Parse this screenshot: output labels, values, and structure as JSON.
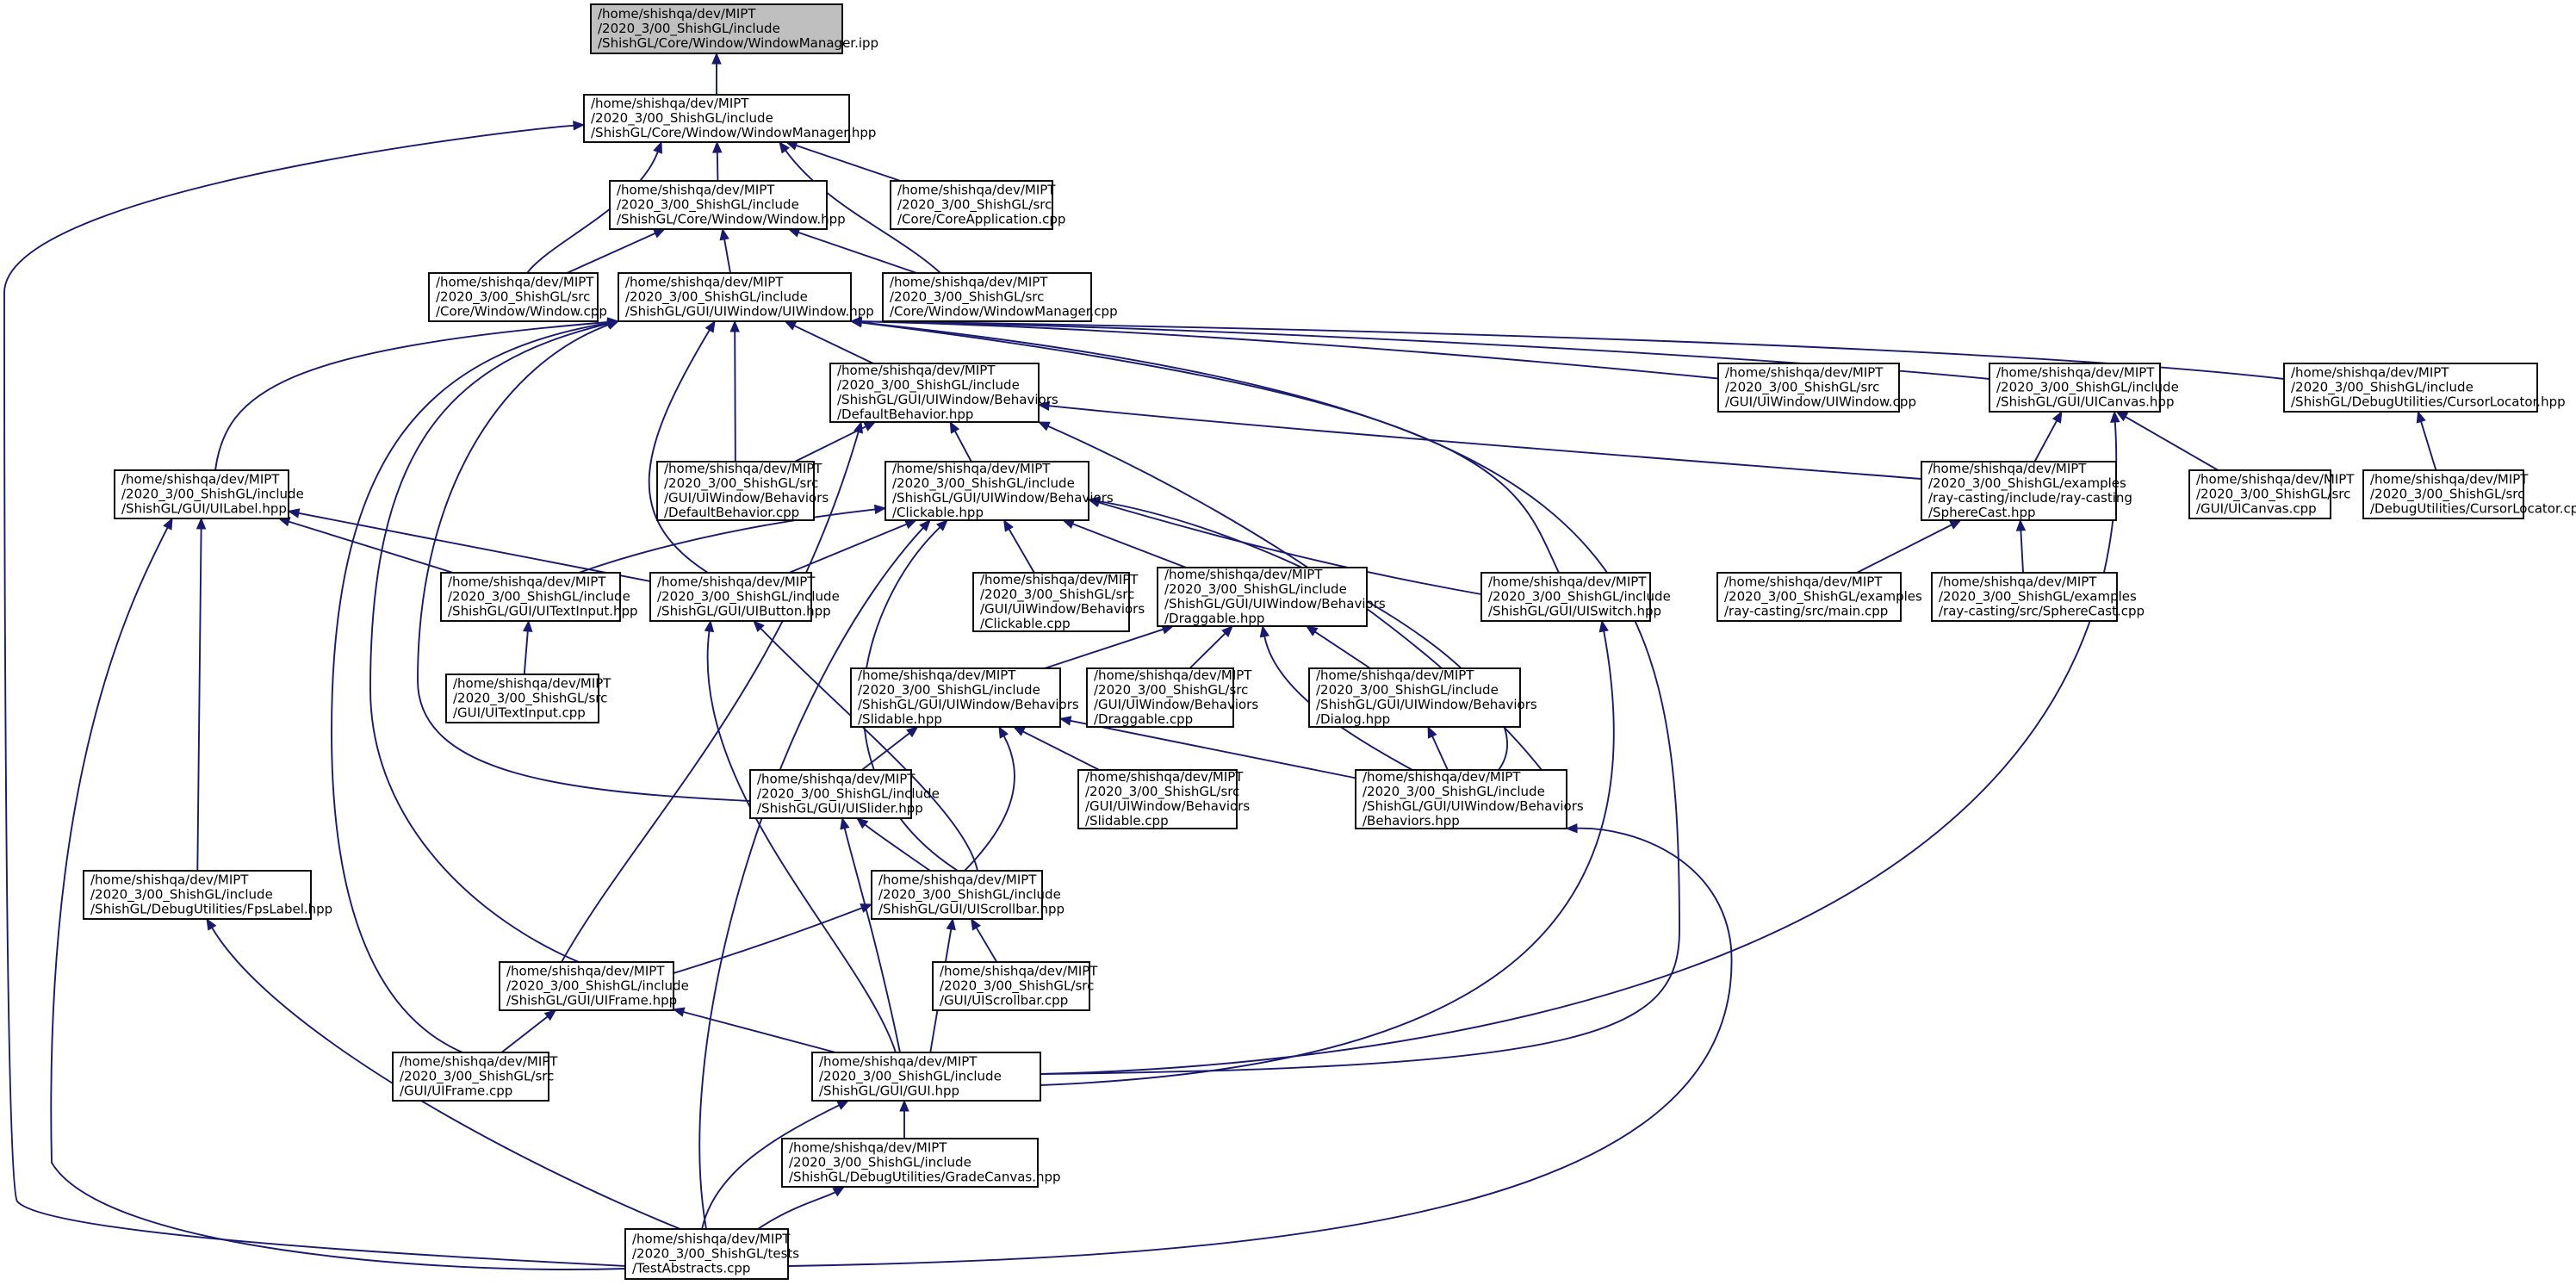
{
  "title": "/home/shishqa/dev/MIPT/2020_3/00_ShishGL/include/ShishGL/Core/Window/WindowManager.ipp include dependency graph (included-by)",
  "colors": {
    "edge": "#191970",
    "root_fill": "#bfbfbf",
    "node_fill": "#ffffff",
    "node_border": "#000000"
  },
  "nodes": [
    {
      "id": "wm_ipp",
      "root": true,
      "lines": [
        "/home/shishqa/dev/MIPT",
        "/2020_3/00_ShishGL/include",
        "/ShishGL/Core/Window/WindowManager.ipp"
      ]
    },
    {
      "id": "wm_hpp",
      "lines": [
        "/home/shishqa/dev/MIPT",
        "/2020_3/00_ShishGL/include",
        "/ShishGL/Core/Window/WindowManager.hpp"
      ]
    },
    {
      "id": "window_hpp",
      "lines": [
        "/home/shishqa/dev/MIPT",
        "/2020_3/00_ShishGL/include",
        "/ShishGL/Core/Window/Window.hpp"
      ]
    },
    {
      "id": "coreapp_cpp",
      "lines": [
        "/home/shishqa/dev/MIPT",
        "/2020_3/00_ShishGL/src",
        "/Core/CoreApplication.cpp"
      ]
    },
    {
      "id": "window_cpp",
      "lines": [
        "/home/shishqa/dev/MIPT",
        "/2020_3/00_ShishGL/src",
        "/Core/Window/Window.cpp"
      ]
    },
    {
      "id": "uiwindow_hpp",
      "lines": [
        "/home/shishqa/dev/MIPT",
        "/2020_3/00_ShishGL/include",
        "/ShishGL/GUI/UIWindow/UIWindow.hpp"
      ]
    },
    {
      "id": "wm_cpp",
      "lines": [
        "/home/shishqa/dev/MIPT",
        "/2020_3/00_ShishGL/src",
        "/Core/Window/WindowManager.cpp"
      ]
    },
    {
      "id": "defbeh_hpp",
      "lines": [
        "/home/shishqa/dev/MIPT",
        "/2020_3/00_ShishGL/include",
        "/ShishGL/GUI/UIWindow/Behaviors",
        "/DefaultBehavior.hpp"
      ]
    },
    {
      "id": "uiwindow_cpp",
      "lines": [
        "/home/shishqa/dev/MIPT",
        "/2020_3/00_ShishGL/src",
        "/GUI/UIWindow/UIWindow.cpp"
      ]
    },
    {
      "id": "uicanvas_hpp",
      "lines": [
        "/home/shishqa/dev/MIPT",
        "/2020_3/00_ShishGL/include",
        "/ShishGL/GUI/UICanvas.hpp"
      ]
    },
    {
      "id": "cursorloc_hpp",
      "lines": [
        "/home/shishqa/dev/MIPT",
        "/2020_3/00_ShishGL/include",
        "/ShishGL/DebugUtilities/CursorLocator.hpp"
      ]
    },
    {
      "id": "uilabel_hpp",
      "lines": [
        "/home/shishqa/dev/MIPT",
        "/2020_3/00_ShishGL/include",
        "/ShishGL/GUI/UILabel.hpp"
      ]
    },
    {
      "id": "defbeh_cpp",
      "lines": [
        "/home/shishqa/dev/MIPT",
        "/2020_3/00_ShishGL/src",
        "/GUI/UIWindow/Behaviors",
        "/DefaultBehavior.cpp"
      ]
    },
    {
      "id": "clickable_hpp",
      "lines": [
        "/home/shishqa/dev/MIPT",
        "/2020_3/00_ShishGL/include",
        "/ShishGL/GUI/UIWindow/Behaviors",
        "/Clickable.hpp"
      ]
    },
    {
      "id": "spherecast_hpp",
      "lines": [
        "/home/shishqa/dev/MIPT",
        "/2020_3/00_ShishGL/examples",
        "/ray-casting/include/ray-casting",
        "/SphereCast.hpp"
      ]
    },
    {
      "id": "uicanvas_cpp",
      "lines": [
        "/home/shishqa/dev/MIPT",
        "/2020_3/00_ShishGL/src",
        "/GUI/UICanvas.cpp"
      ]
    },
    {
      "id": "cursorloc_cpp",
      "lines": [
        "/home/shishqa/dev/MIPT",
        "/2020_3/00_ShishGL/src",
        "/DebugUtilities/CursorLocator.cpp"
      ]
    },
    {
      "id": "uitextinput_hpp",
      "lines": [
        "/home/shishqa/dev/MIPT",
        "/2020_3/00_ShishGL/include",
        "/ShishGL/GUI/UITextInput.hpp"
      ]
    },
    {
      "id": "uibutton_hpp",
      "lines": [
        "/home/shishqa/dev/MIPT",
        "/2020_3/00_ShishGL/include",
        "/ShishGL/GUI/UIButton.hpp"
      ]
    },
    {
      "id": "clickable_cpp",
      "lines": [
        "/home/shishqa/dev/MIPT",
        "/2020_3/00_ShishGL/src",
        "/GUI/UIWindow/Behaviors",
        "/Clickable.cpp"
      ]
    },
    {
      "id": "draggable_hpp",
      "lines": [
        "/home/shishqa/dev/MIPT",
        "/2020_3/00_ShishGL/include",
        "/ShishGL/GUI/UIWindow/Behaviors",
        "/Draggable.hpp"
      ]
    },
    {
      "id": "uiswitch_hpp",
      "lines": [
        "/home/shishqa/dev/MIPT",
        "/2020_3/00_ShishGL/include",
        "/ShishGL/GUI/UISwitch.hpp"
      ]
    },
    {
      "id": "main_cpp",
      "lines": [
        "/home/shishqa/dev/MIPT",
        "/2020_3/00_ShishGL/examples",
        "/ray-casting/src/main.cpp"
      ]
    },
    {
      "id": "spherecast_cpp",
      "lines": [
        "/home/shishqa/dev/MIPT",
        "/2020_3/00_ShishGL/examples",
        "/ray-casting/src/SphereCast.cpp"
      ]
    },
    {
      "id": "uitextinput_cpp",
      "lines": [
        "/home/shishqa/dev/MIPT",
        "/2020_3/00_ShishGL/src",
        "/GUI/UITextInput.cpp"
      ]
    },
    {
      "id": "slidable_hpp",
      "lines": [
        "/home/shishqa/dev/MIPT",
        "/2020_3/00_ShishGL/include",
        "/ShishGL/GUI/UIWindow/Behaviors",
        "/Slidable.hpp"
      ]
    },
    {
      "id": "draggable_cpp",
      "lines": [
        "/home/shishqa/dev/MIPT",
        "/2020_3/00_ShishGL/src",
        "/GUI/UIWindow/Behaviors",
        "/Draggable.cpp"
      ]
    },
    {
      "id": "dialog_hpp",
      "lines": [
        "/home/shishqa/dev/MIPT",
        "/2020_3/00_ShishGL/include",
        "/ShishGL/GUI/UIWindow/Behaviors",
        "/Dialog.hpp"
      ]
    },
    {
      "id": "uislider_hpp",
      "lines": [
        "/home/shishqa/dev/MIPT",
        "/2020_3/00_ShishGL/include",
        "/ShishGL/GUI/UISlider.hpp"
      ]
    },
    {
      "id": "slidable_cpp",
      "lines": [
        "/home/shishqa/dev/MIPT",
        "/2020_3/00_ShishGL/src",
        "/GUI/UIWindow/Behaviors",
        "/Slidable.cpp"
      ]
    },
    {
      "id": "behaviors_hpp",
      "lines": [
        "/home/shishqa/dev/MIPT",
        "/2020_3/00_ShishGL/include",
        "/ShishGL/GUI/UIWindow/Behaviors",
        "/Behaviors.hpp"
      ]
    },
    {
      "id": "fpslabel_hpp",
      "lines": [
        "/home/shishqa/dev/MIPT",
        "/2020_3/00_ShishGL/include",
        "/ShishGL/DebugUtilities/FpsLabel.hpp"
      ]
    },
    {
      "id": "uiscrollbar_hpp",
      "lines": [
        "/home/shishqa/dev/MIPT",
        "/2020_3/00_ShishGL/include",
        "/ShishGL/GUI/UIScrollbar.hpp"
      ]
    },
    {
      "id": "uiframe_hpp",
      "lines": [
        "/home/shishqa/dev/MIPT",
        "/2020_3/00_ShishGL/include",
        "/ShishGL/GUI/UIFrame.hpp"
      ]
    },
    {
      "id": "uiscrollbar_cpp",
      "lines": [
        "/home/shishqa/dev/MIPT",
        "/2020_3/00_ShishGL/src",
        "/GUI/UIScrollbar.cpp"
      ]
    },
    {
      "id": "uiframe_cpp",
      "lines": [
        "/home/shishqa/dev/MIPT",
        "/2020_3/00_ShishGL/src",
        "/GUI/UIFrame.cpp"
      ]
    },
    {
      "id": "gui_hpp",
      "lines": [
        "/home/shishqa/dev/MIPT",
        "/2020_3/00_ShishGL/include",
        "/ShishGL/GUI/GUI.hpp"
      ]
    },
    {
      "id": "gradecanvas_hpp",
      "lines": [
        "/home/shishqa/dev/MIPT",
        "/2020_3/00_ShishGL/include",
        "/ShishGL/DebugUtilities/GradeCanvas.hpp"
      ]
    },
    {
      "id": "testabstracts_cpp",
      "lines": [
        "/home/shishqa/dev/MIPT",
        "/2020_3/00_ShishGL/tests",
        "/TestAbstracts.cpp"
      ]
    }
  ],
  "edges": [
    {
      "from": "wm_hpp",
      "to": "wm_ipp"
    },
    {
      "from": "window_hpp",
      "to": "wm_hpp"
    },
    {
      "from": "coreapp_cpp",
      "to": "wm_hpp"
    },
    {
      "from": "window_cpp",
      "to": "wm_hpp"
    },
    {
      "from": "wm_cpp",
      "to": "wm_hpp"
    },
    {
      "from": "testabstracts_cpp",
      "to": "wm_hpp"
    },
    {
      "from": "window_cpp",
      "to": "window_hpp"
    },
    {
      "from": "uiwindow_hpp",
      "to": "window_hpp"
    },
    {
      "from": "wm_cpp",
      "to": "window_hpp"
    },
    {
      "from": "defbeh_hpp",
      "to": "uiwindow_hpp"
    },
    {
      "from": "uiwindow_cpp",
      "to": "uiwindow_hpp"
    },
    {
      "from": "uicanvas_hpp",
      "to": "uiwindow_hpp"
    },
    {
      "from": "cursorloc_hpp",
      "to": "uiwindow_hpp"
    },
    {
      "from": "uilabel_hpp",
      "to": "uiwindow_hpp"
    },
    {
      "from": "defbeh_cpp",
      "to": "uiwindow_hpp"
    },
    {
      "from": "uibutton_hpp",
      "to": "uiwindow_hpp"
    },
    {
      "from": "uiswitch_hpp",
      "to": "uiwindow_hpp"
    },
    {
      "from": "uislider_hpp",
      "to": "uiwindow_hpp"
    },
    {
      "from": "uiframe_hpp",
      "to": "uiwindow_hpp"
    },
    {
      "from": "uiframe_cpp",
      "to": "uiwindow_hpp"
    },
    {
      "from": "gui_hpp",
      "to": "uiwindow_hpp"
    },
    {
      "from": "defbeh_cpp",
      "to": "defbeh_hpp"
    },
    {
      "from": "clickable_hpp",
      "to": "defbeh_hpp"
    },
    {
      "from": "spherecast_hpp",
      "to": "defbeh_hpp"
    },
    {
      "from": "behaviors_hpp",
      "to": "defbeh_hpp"
    },
    {
      "from": "uiframe_hpp",
      "to": "defbeh_hpp"
    },
    {
      "from": "spherecast_hpp",
      "to": "uicanvas_hpp"
    },
    {
      "from": "uicanvas_cpp",
      "to": "uicanvas_hpp"
    },
    {
      "from": "gui_hpp",
      "to": "uicanvas_hpp"
    },
    {
      "from": "cursorloc_cpp",
      "to": "cursorloc_hpp"
    },
    {
      "from": "uitextinput_hpp",
      "to": "uilabel_hpp"
    },
    {
      "from": "uibutton_hpp",
      "to": "uilabel_hpp"
    },
    {
      "from": "fpslabel_hpp",
      "to": "uilabel_hpp"
    },
    {
      "from": "testabstracts_cpp",
      "to": "uilabel_hpp"
    },
    {
      "from": "uitextinput_hpp",
      "to": "clickable_hpp"
    },
    {
      "from": "uibutton_hpp",
      "to": "clickable_hpp"
    },
    {
      "from": "clickable_cpp",
      "to": "clickable_hpp"
    },
    {
      "from": "draggable_hpp",
      "to": "clickable_hpp"
    },
    {
      "from": "uiswitch_hpp",
      "to": "clickable_hpp"
    },
    {
      "from": "behaviors_hpp",
      "to": "clickable_hpp"
    },
    {
      "from": "uiscrollbar_hpp",
      "to": "clickable_hpp"
    },
    {
      "from": "testabstracts_cpp",
      "to": "clickable_hpp"
    },
    {
      "from": "main_cpp",
      "to": "spherecast_hpp"
    },
    {
      "from": "spherecast_cpp",
      "to": "spherecast_hpp"
    },
    {
      "from": "uitextinput_cpp",
      "to": "uitextinput_hpp"
    },
    {
      "from": "uiscrollbar_hpp",
      "to": "uibutton_hpp"
    },
    {
      "from": "gui_hpp",
      "to": "uibutton_hpp"
    },
    {
      "from": "slidable_hpp",
      "to": "draggable_hpp"
    },
    {
      "from": "draggable_cpp",
      "to": "draggable_hpp"
    },
    {
      "from": "dialog_hpp",
      "to": "draggable_hpp"
    },
    {
      "from": "behaviors_hpp",
      "to": "draggable_hpp"
    },
    {
      "from": "gui_hpp",
      "to": "uiswitch_hpp"
    },
    {
      "from": "uislider_hpp",
      "to": "slidable_hpp"
    },
    {
      "from": "slidable_cpp",
      "to": "slidable_hpp"
    },
    {
      "from": "behaviors_hpp",
      "to": "slidable_hpp"
    },
    {
      "from": "uiscrollbar_hpp",
      "to": "slidable_hpp"
    },
    {
      "from": "behaviors_hpp",
      "to": "dialog_hpp"
    },
    {
      "from": "uiscrollbar_hpp",
      "to": "uislider_hpp"
    },
    {
      "from": "gui_hpp",
      "to": "uislider_hpp"
    },
    {
      "from": "testabstracts_cpp",
      "to": "behaviors_hpp"
    },
    {
      "from": "testabstracts_cpp",
      "to": "fpslabel_hpp"
    },
    {
      "from": "uiframe_hpp",
      "to": "uiscrollbar_hpp"
    },
    {
      "from": "uiscrollbar_cpp",
      "to": "uiscrollbar_hpp"
    },
    {
      "from": "gui_hpp",
      "to": "uiscrollbar_hpp"
    },
    {
      "from": "uiframe_cpp",
      "to": "uiframe_hpp"
    },
    {
      "from": "gui_hpp",
      "to": "uiframe_hpp"
    },
    {
      "from": "gradecanvas_hpp",
      "to": "gui_hpp"
    },
    {
      "from": "testabstracts_cpp",
      "to": "gui_hpp"
    },
    {
      "from": "testabstracts_cpp",
      "to": "gradecanvas_hpp"
    }
  ]
}
